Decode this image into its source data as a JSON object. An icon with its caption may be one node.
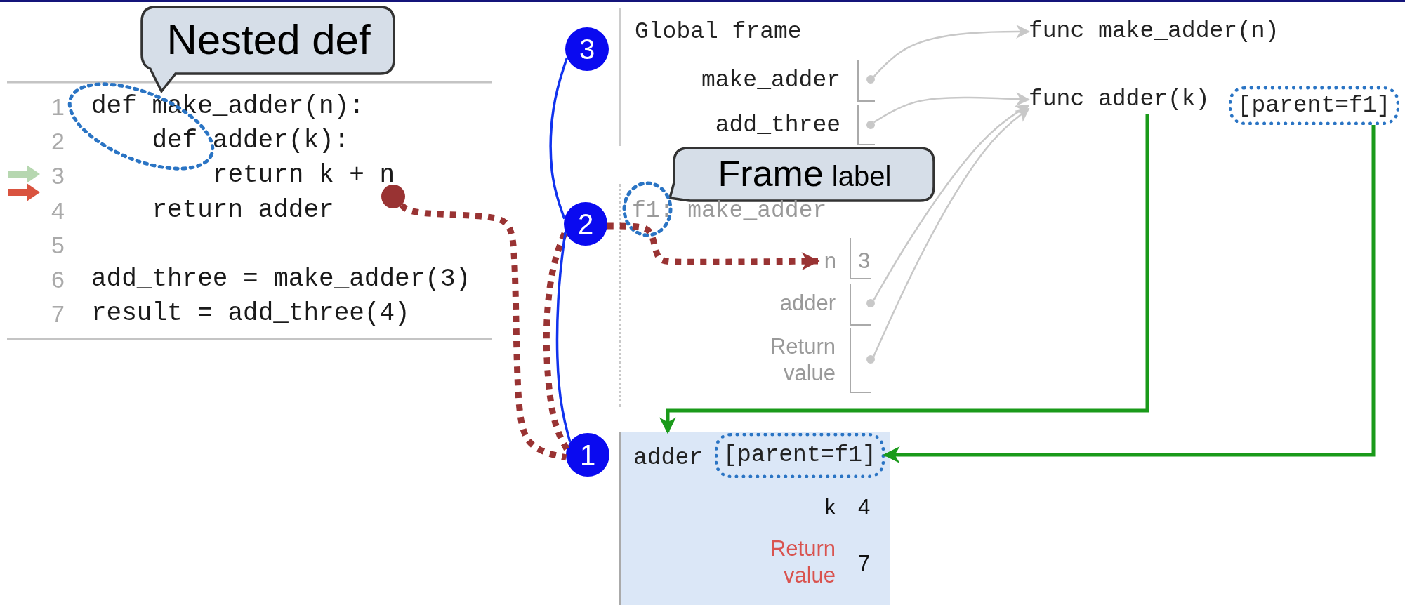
{
  "diagram": {
    "nodes": [
      {
        "text": [
          "Nested def"
        ]
      },
      {
        "text": [],
        "shape": "circle"
      },
      {
        "text": [
          "3"
        ]
      },
      {
        "text": [
          "Global frame"
        ]
      },
      {
        "text": [
          "make_adder"
        ],
        "in": 3
      },
      {
        "text": [],
        "shape": "circle",
        "in": 3
      },
      {
        "text": [
          "add_three"
        ],
        "in": 3
      },
      {
        "text": [],
        "shape": "circle",
        "in": 3
      },
      {
        "text": [
          "func make_adder(n)"
        ]
      },
      {
        "text": [
          "func adder(k)"
        ]
      },
      {
        "text": [
          "[parent=f1]"
        ]
      },
      {
        "text": [
          "Frame",
          "label"
        ]
      },
      {
        "text": [
          "2"
        ]
      },
      {
        "text": [
          "f1: make_adder"
        ]
      },
      {
        "text": [
          "n",
          "3"
        ],
        "in": 13
      },
      {
        "text": [
          "adder"
        ],
        "in": 13
      },
      {
        "text": [],
        "shape": "circle",
        "in": 13
      },
      {
        "text": [
          "Return value"
        ],
        "in": 13
      },
      {
        "text": [],
        "shape": "circle",
        "in": 13
      },
      {
        "text": [
          "1"
        ]
      },
      {
        "text": [
          "adder"
        ]
      },
      {
        "text": [
          "[parent=f1]"
        ],
        "in": 20
      },
      {
        "text": [
          "k",
          "4"
        ],
        "in": 20
      },
      {
        "text": [
          "Return value",
          "7"
        ],
        "in": 20
      }
    ],
    "edges": [
      {
        "from": 5,
        "to": 8,
        "arrow": "to"
      },
      {
        "from": 7,
        "to": 9,
        "arrow": "to"
      },
      {
        "from": 16,
        "to": 9,
        "arrow": "to"
      },
      {
        "from": 18,
        "to": 9,
        "arrow": "to"
      },
      {
        "from": 1,
        "to": 19,
        "arrow": "none",
        "style": "dashed",
        "color": "#993333"
      },
      {
        "from": 19,
        "to": 12,
        "arrow": "none",
        "style": "dashed",
        "color": "#993333"
      },
      {
        "from": 12,
        "to": 14,
        "arrow": "to",
        "style": "dashed",
        "color": "#993333"
      },
      {
        "from": 2,
        "to": 12,
        "arrow": "none",
        "color": "#1133ee"
      },
      {
        "from": 12,
        "to": 19,
        "arrow": "none",
        "color": "#1133ee"
      },
      {
        "from": 9,
        "to": 20,
        "arrow": "to",
        "color": "#1a9a1a"
      },
      {
        "from": 10,
        "to": 21,
        "arrow": "to",
        "color": "#1a9a1a"
      }
    ],
    "labels": [
      "1",
      "def make_adder(n):",
      "2",
      "def adder(k):",
      "3",
      "return k + n",
      "4",
      "return adder",
      "5",
      "6",
      "add_three = make_adder(3)",
      "7",
      "result = add_three(4)"
    ]
  }
}
